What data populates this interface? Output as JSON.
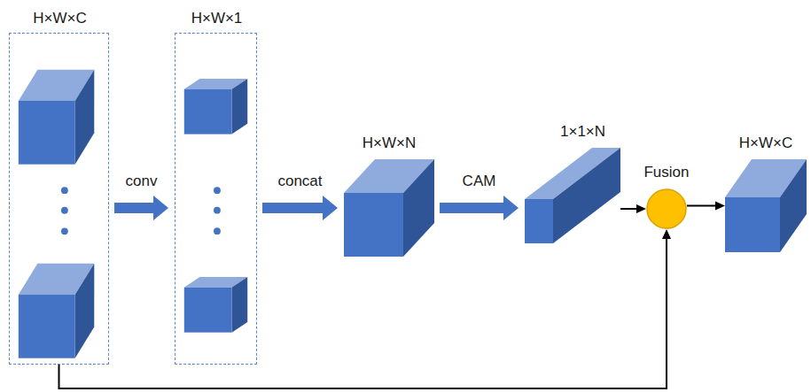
{
  "diagram": {
    "nodes": [
      {
        "text": [
          "H×W×C"
        ]
      },
      {
        "text": [
          "H×W×1"
        ]
      },
      {
        "text": [
          "H×W×N"
        ]
      },
      {
        "text": [
          "1×1×N"
        ]
      },
      {
        "text": [
          "Fusion"
        ]
      },
      {
        "text": [
          "H×W×C"
        ]
      }
    ],
    "edges": [
      {
        "from": 0,
        "to": 1,
        "label": "conv",
        "arrow": "to"
      },
      {
        "from": 1,
        "to": 2,
        "label": "concat",
        "arrow": "to"
      },
      {
        "from": 2,
        "to": 3,
        "label": "CAM",
        "arrow": "to"
      },
      {
        "from": 3,
        "to": 4,
        "arrow": "to"
      },
      {
        "from": 4,
        "to": 5,
        "arrow": "to"
      },
      {
        "from": 0,
        "to": 4,
        "arrow": "to"
      }
    ]
  }
}
